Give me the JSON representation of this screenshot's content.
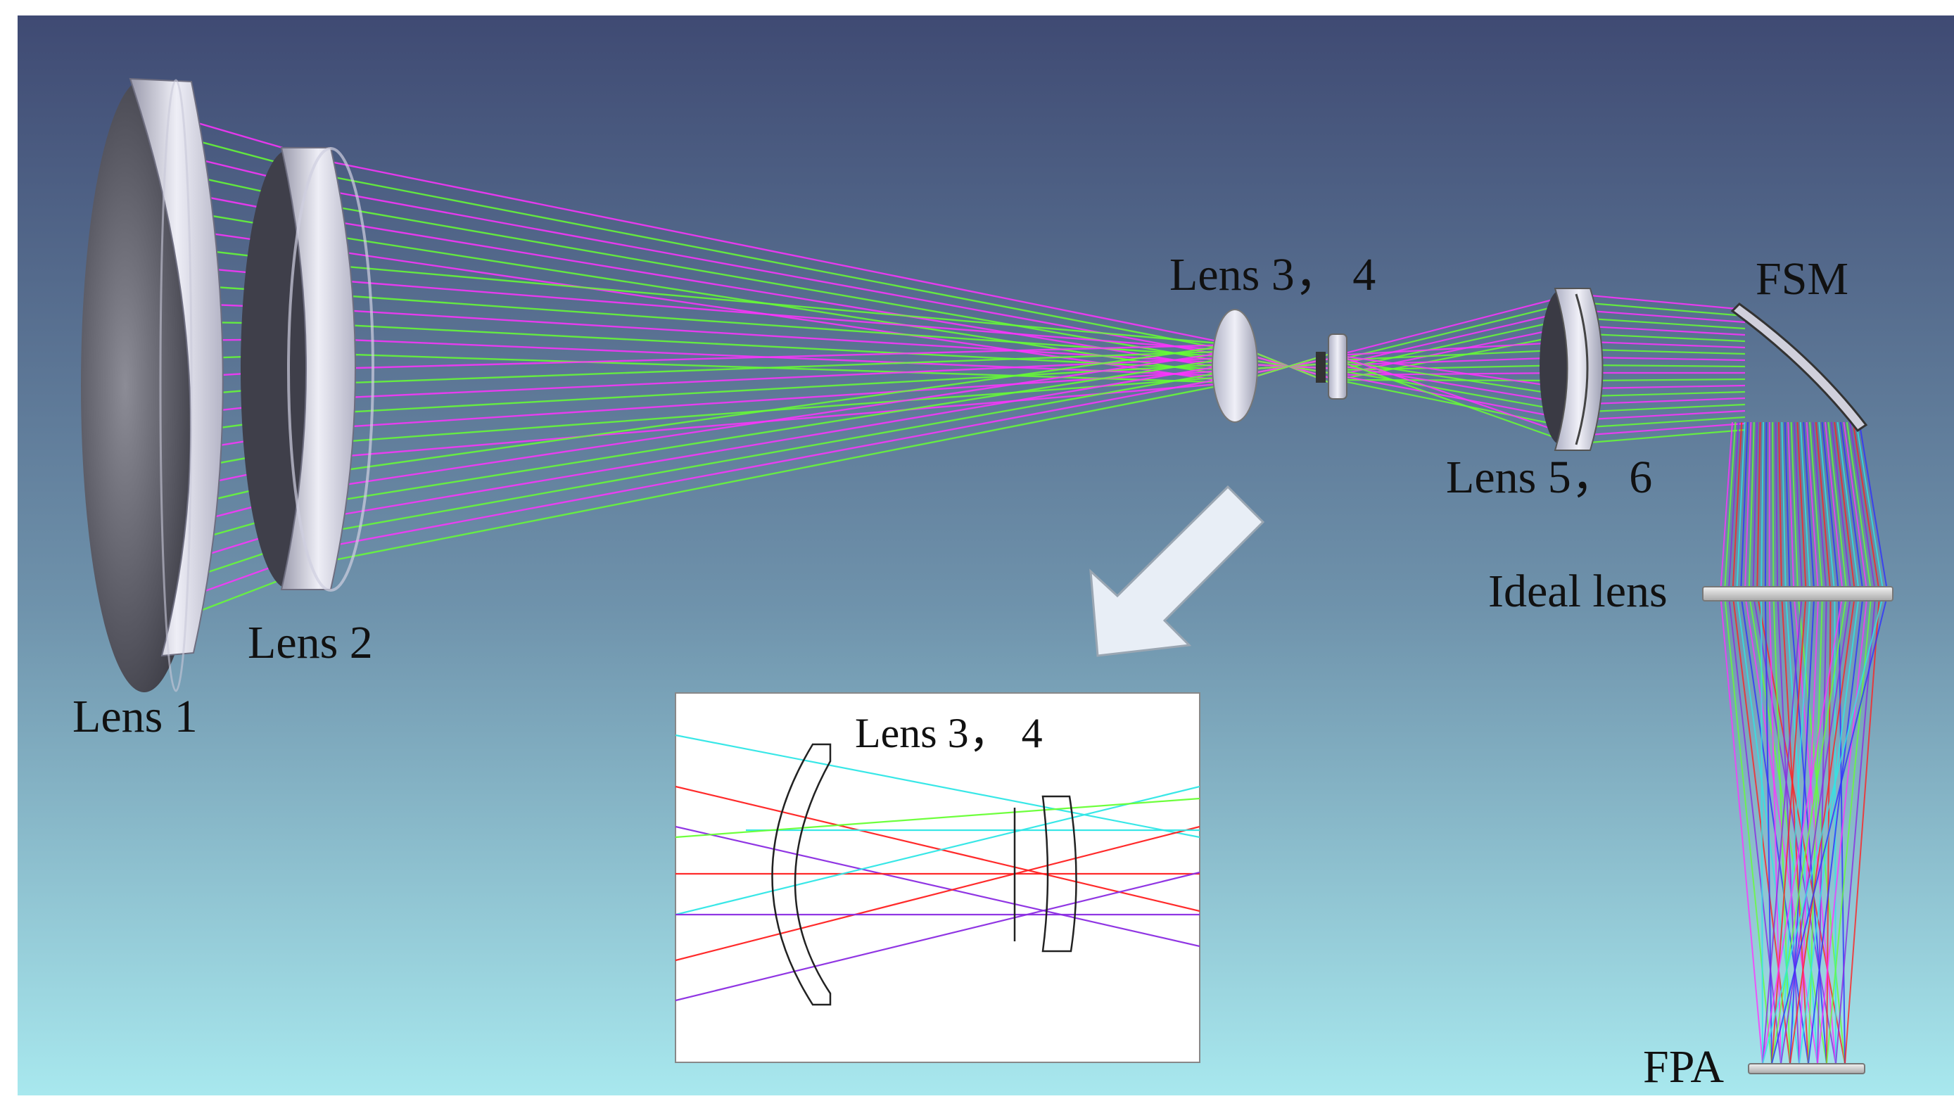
{
  "labels": {
    "lens1": "Lens 1",
    "lens2": "Lens 2",
    "lens34": "Lens 3， 4",
    "lens56": "Lens 5， 6",
    "fsm": "FSM",
    "ideal_lens": "Ideal lens",
    "fpa": "FPA",
    "inset_lens34": "Lens 3， 4"
  },
  "colors": {
    "bg_top": "#3f4a73",
    "bg_bottom": "#a8e8ee",
    "ray_magenta": "#ff33ff",
    "ray_green": "#66ff33",
    "ray_purple": "#8a2be2",
    "ray_red": "#ff2020",
    "ray_cyan": "#2ee6e6",
    "ray_blue": "#3030ff",
    "lens_face": "#4a4a56",
    "lens_rim": "#d8d8e6",
    "arrow_fill": "#e8eef6"
  },
  "icons": {
    "zoom_arrow": "down-left-arrow-icon"
  }
}
